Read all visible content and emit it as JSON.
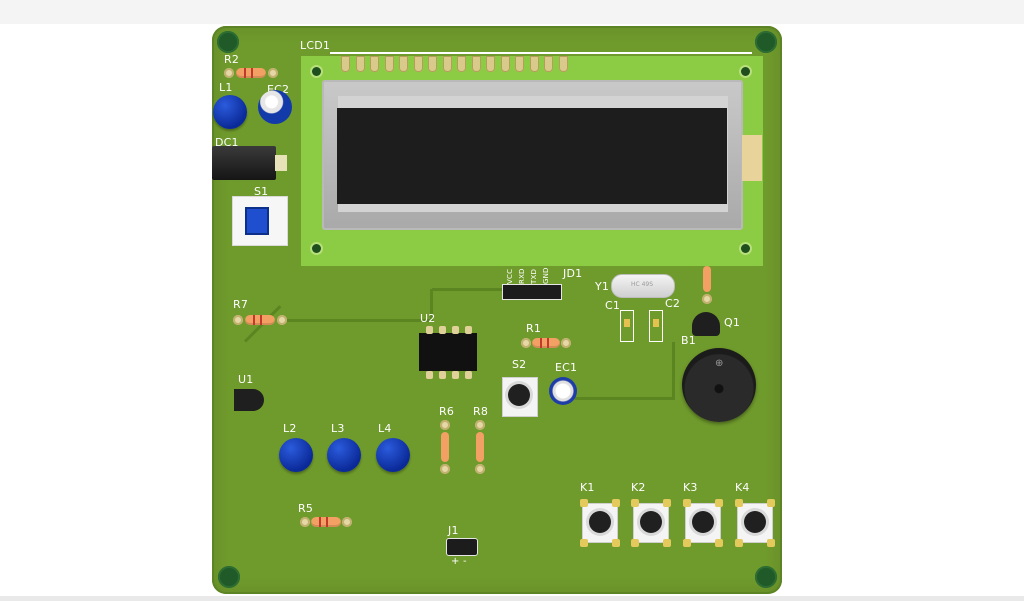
{
  "board": {
    "lcd_label": "LCD1",
    "labels": {
      "r2": "R2",
      "l1": "L1",
      "ec2": "EC2",
      "dc1": "DC1",
      "s1": "S1",
      "r7": "R7",
      "u1": "U1",
      "u2": "U2",
      "jd1": "JD1",
      "jd1_pins": [
        "VCC",
        "RXD",
        "TXD",
        "GND"
      ],
      "y1": "Y1",
      "c1": "C1",
      "c2": "C2",
      "q1": "Q1",
      "b1": "B1",
      "r1": "R1",
      "s2": "S2",
      "ec1": "EC1",
      "r6": "R6",
      "r8": "R8",
      "l2": "L2",
      "l3": "L3",
      "l4": "L4",
      "r5": "R5",
      "j1": "J1",
      "j1_polarity": "+ -",
      "k1": "K1",
      "k2": "K2",
      "k3": "K3",
      "k4": "K4"
    },
    "crystal_marking": "HC 49S"
  },
  "colors": {
    "pcb": "#6f9a2c",
    "silkscreen": "#ffffff",
    "lcd_board": "#8ccb44",
    "led_blue": "#1b3fc4",
    "resistor": "#f2a063"
  }
}
